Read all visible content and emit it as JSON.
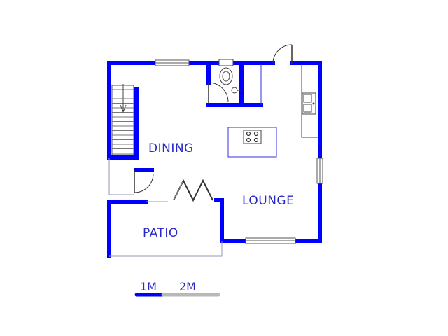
{
  "rooms": {
    "dining": "DINING",
    "lounge": "LOUNGE",
    "patio": "PATIO"
  },
  "scale": {
    "label_1": "1M",
    "label_2": "2M"
  },
  "colors": {
    "wall": "#0000ff",
    "text": "#2828c8",
    "scale_gray": "#b8b8b8"
  }
}
